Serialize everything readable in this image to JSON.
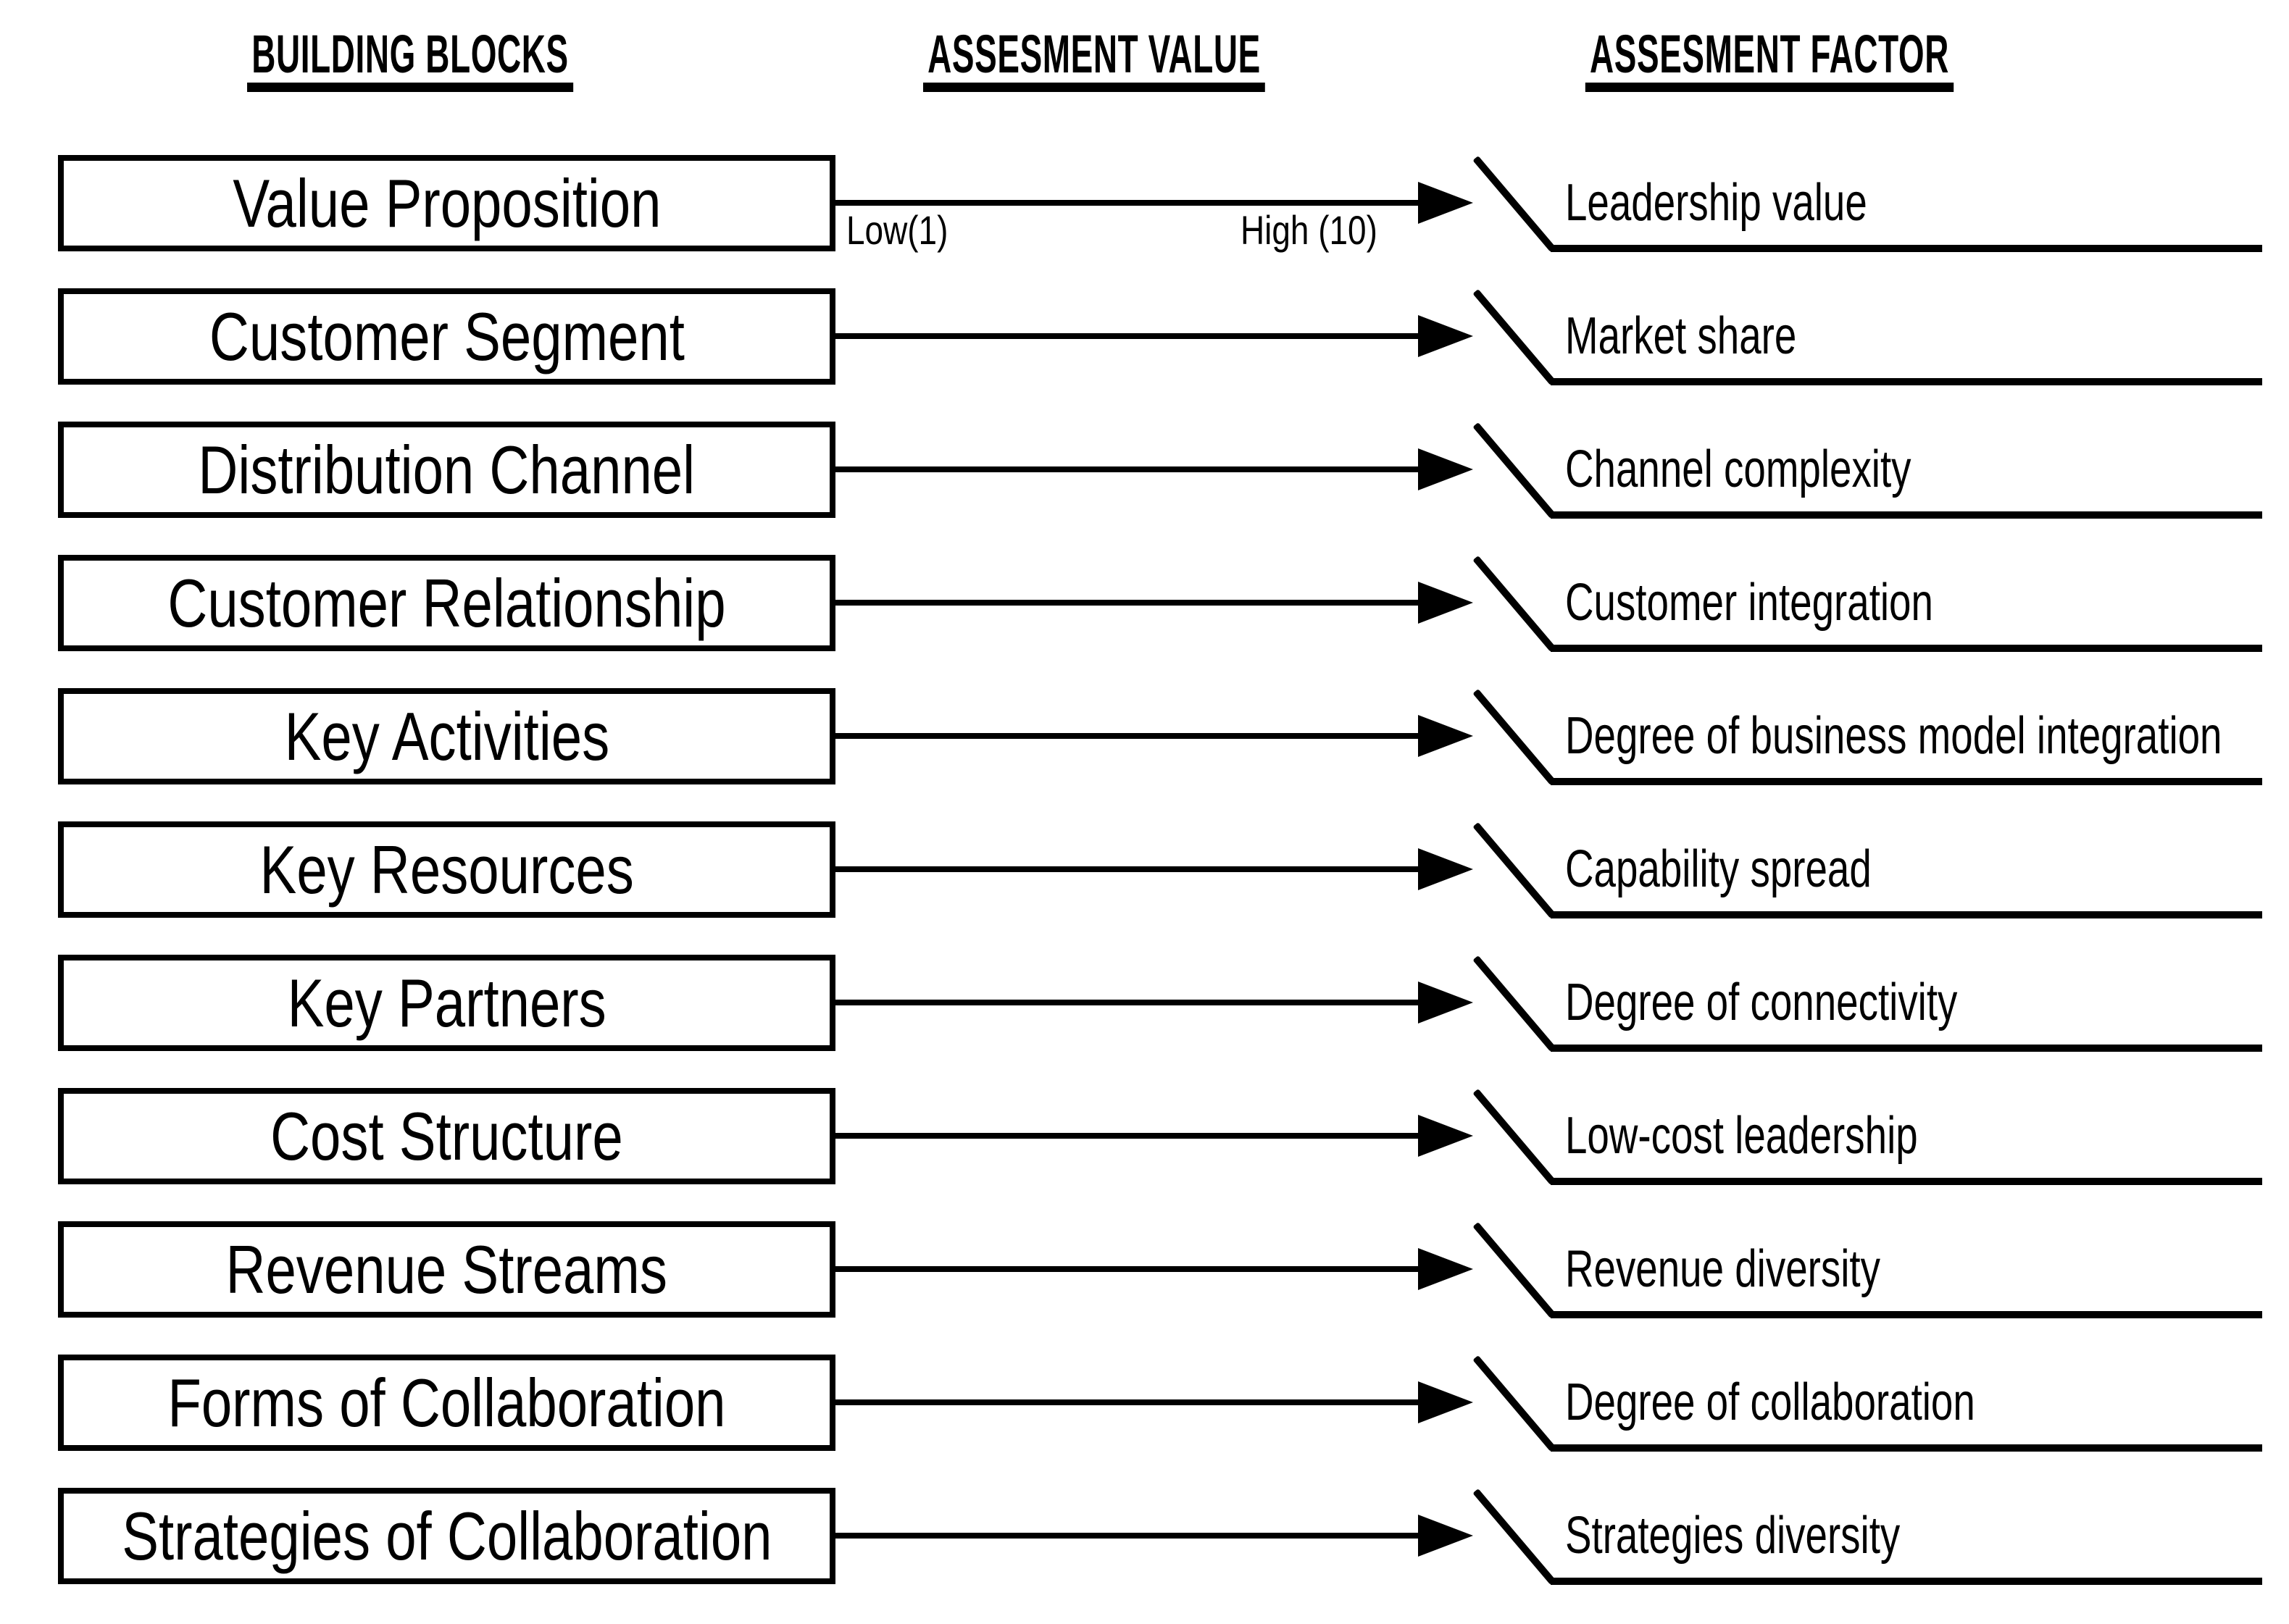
{
  "page": {
    "background_color": "#ffffff",
    "ink_color": "#000000"
  },
  "headers": {
    "building_blocks": "BUILDING BLOCKS",
    "assesment_value": "ASSESMENT VALUE",
    "assesment_factor": "ASSESMENT FACTOR"
  },
  "scale_labels": {
    "low": "Low(1)",
    "high": "High (10)"
  },
  "rows": [
    {
      "block": "Value Proposition",
      "factor": "Leadership value"
    },
    {
      "block": "Customer Segment",
      "factor": "Market share"
    },
    {
      "block": "Distribution Channel",
      "factor": "Channel complexity"
    },
    {
      "block": "Customer Relationship",
      "factor": "Customer integration"
    },
    {
      "block": "Key Activities",
      "factor": "Degree of business model integration"
    },
    {
      "block": "Key Resources",
      "factor": "Capability spread"
    },
    {
      "block": "Key Partners",
      "factor": "Degree of connectivity"
    },
    {
      "block": "Cost Structure",
      "factor": "Low-cost leadership"
    },
    {
      "block": "Revenue Streams",
      "factor": "Revenue diversity"
    },
    {
      "block": "Forms of Collaboration",
      "factor": "Degree of collaboration"
    },
    {
      "block": "Strategies of Collaboration",
      "factor": "Strategies diversity"
    }
  ]
}
